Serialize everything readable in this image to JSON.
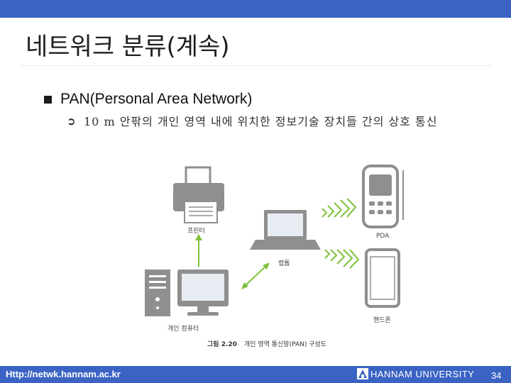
{
  "slide": {
    "title": "네트워크 분류(계속)",
    "bullet": "PAN(Personal Area Network)",
    "sub_arrow": "➲",
    "sub_text": "10 m 안팎의 개인 영역 내에 위치한 정보기술 장치들 간의 상호 통신"
  },
  "figure": {
    "labels": {
      "printer": "프린터",
      "laptop": "랩톱",
      "pda": "PDA",
      "phone": "핸드폰",
      "pc": "개인 컴퓨터"
    },
    "caption_num": "그림 2.20",
    "caption_text": "개인 영역 통신망(PAN) 구성도"
  },
  "footer": {
    "url": "Http://netwk.hannam.ac.kr",
    "university": "HANNAM UNIVERSITY",
    "page": "34"
  },
  "colors": {
    "bar": "#3b63c4",
    "arrow_green": "#7ec13a",
    "device_gray": "#8f8f8f"
  }
}
